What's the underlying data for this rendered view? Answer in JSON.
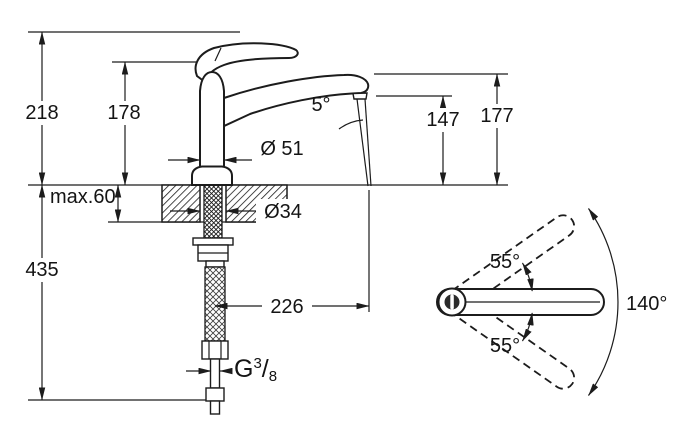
{
  "drawing": {
    "background": "#ffffff",
    "line_color": "#1c1c1c"
  },
  "labels": {
    "total_height": "218",
    "body_height": "178",
    "max_mounting_thickness": "max.60",
    "hose_length": "435",
    "base_diameter": "Ø 51",
    "hole_diameter": "Ø34",
    "spout_angle": "5°",
    "outlet_height": "147",
    "spout_height": "177",
    "spout_projection": "226",
    "thread_prefix": "G",
    "thread_numerator": "3",
    "thread_slash": "/",
    "thread_denominator": "8",
    "swivel_upper": "55°",
    "swivel_lower": "55°",
    "swivel_total": "140°"
  }
}
